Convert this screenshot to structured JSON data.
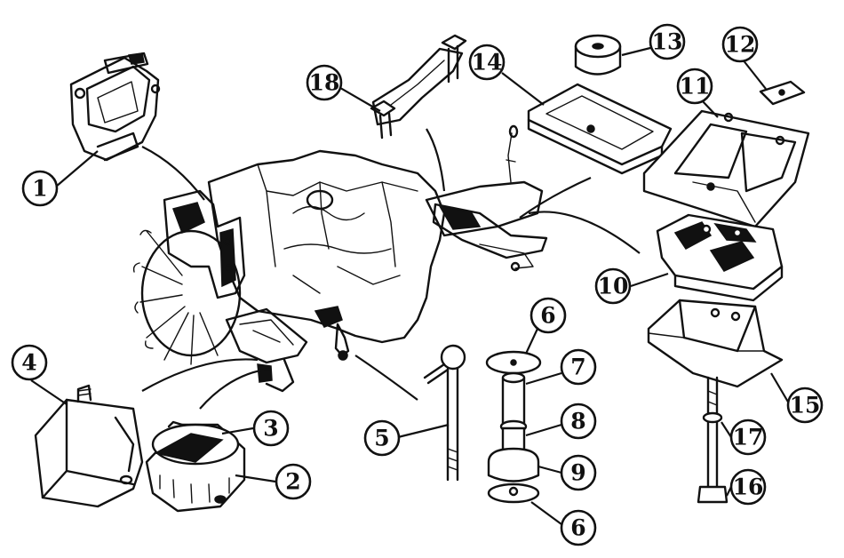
{
  "callouts": [
    {
      "label": "1"
    },
    {
      "label": "18"
    },
    {
      "label": "14"
    },
    {
      "label": "13"
    },
    {
      "label": "12"
    },
    {
      "label": "11"
    },
    {
      "label": "10"
    },
    {
      "label": "4"
    },
    {
      "label": "3"
    },
    {
      "label": "2"
    },
    {
      "label": "5"
    },
    {
      "label": "6"
    },
    {
      "label": "7"
    },
    {
      "label": "8"
    },
    {
      "label": "9"
    },
    {
      "label": "6"
    },
    {
      "label": "15"
    },
    {
      "label": "17"
    },
    {
      "label": "16"
    }
  ]
}
